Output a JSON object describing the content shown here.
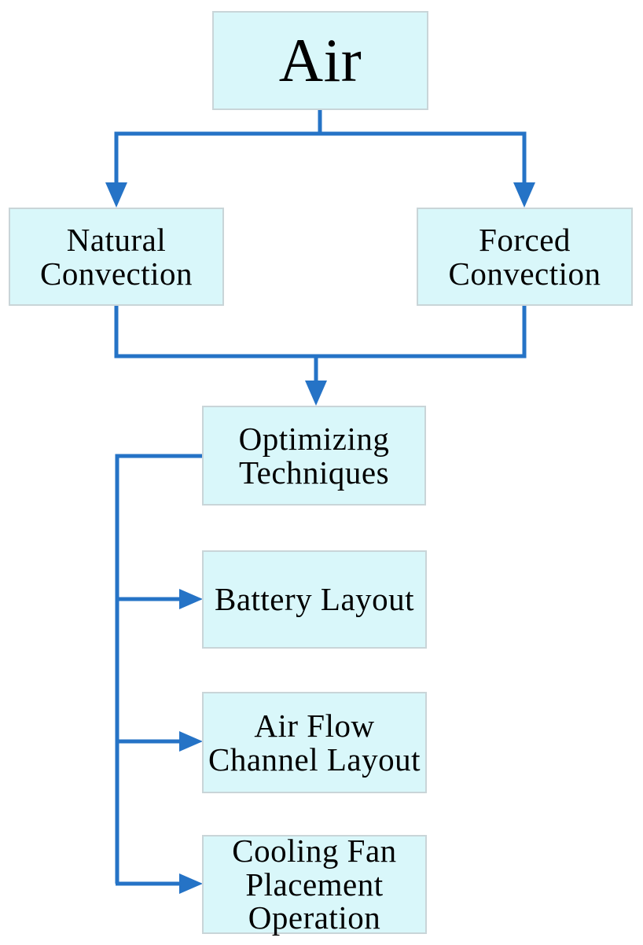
{
  "diagram_type": "flowchart",
  "colors": {
    "background": "#ffffff",
    "node_fill": "#d9f7fa",
    "node_border": "#c9d5d8",
    "connector": "#2573c6",
    "text": "#000000"
  },
  "nodes": {
    "air": {
      "label": "Air"
    },
    "natural_convection": {
      "label": "Natural Convection"
    },
    "forced_convection": {
      "label": "Forced Convection"
    },
    "optimizing_techniques": {
      "label": "Optimizing Techniques"
    },
    "battery_layout": {
      "label": "Battery Layout"
    },
    "air_flow_channel_layout": {
      "label": "Air Flow Channel Layout"
    },
    "cooling_fan_placement_operation": {
      "label": "Cooling Fan Placement Operation"
    }
  },
  "edges": [
    {
      "from": "air",
      "to": "natural_convection"
    },
    {
      "from": "air",
      "to": "forced_convection"
    },
    {
      "from": "natural_convection",
      "to": "optimizing_techniques"
    },
    {
      "from": "forced_convection",
      "to": "optimizing_techniques"
    },
    {
      "from": "optimizing_techniques",
      "to": "battery_layout"
    },
    {
      "from": "optimizing_techniques",
      "to": "air_flow_channel_layout"
    },
    {
      "from": "optimizing_techniques",
      "to": "cooling_fan_placement_operation"
    }
  ]
}
